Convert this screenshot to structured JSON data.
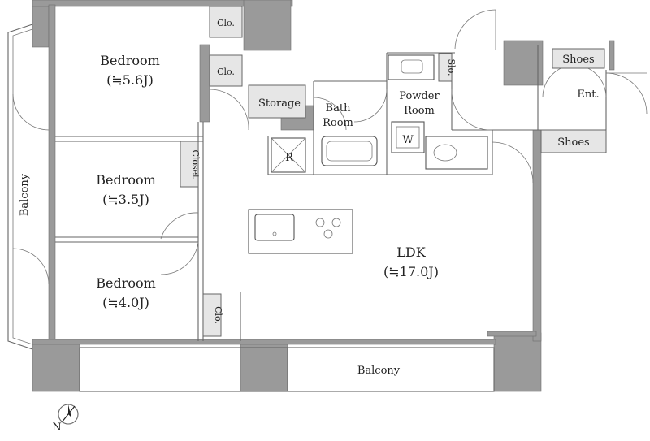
{
  "rooms": {
    "bedroom1": {
      "name": "Bedroom",
      "size": "(≒5.6J)"
    },
    "bedroom2": {
      "name": "Bedroom",
      "size": "(≒3.5J)"
    },
    "bedroom3": {
      "name": "Bedroom",
      "size": "(≒4.0J)"
    },
    "ldk": {
      "name": "LDK",
      "size": "(≒17.0J)"
    },
    "storage": "Storage",
    "bath_line1": "Bath",
    "bath_line2": "Room",
    "powder_line1": "Powder",
    "powder_line2": "Room",
    "washer": "W",
    "fridge": "R",
    "entrance": "Ent.",
    "shoes_top": "Shoes",
    "shoes_bottom": "Shoes",
    "closet": "Closet",
    "clo1": "Clo.",
    "clo2": "Clo.",
    "clo3": "Clo.",
    "slo": "Slo.",
    "balcony_left": "Balcony",
    "balcony_bottom": "Balcony"
  },
  "compass": {
    "label": "N"
  },
  "colors": {
    "wall": "#9a9a9a",
    "closet": "#e6e6e6",
    "line": "#666666"
  }
}
